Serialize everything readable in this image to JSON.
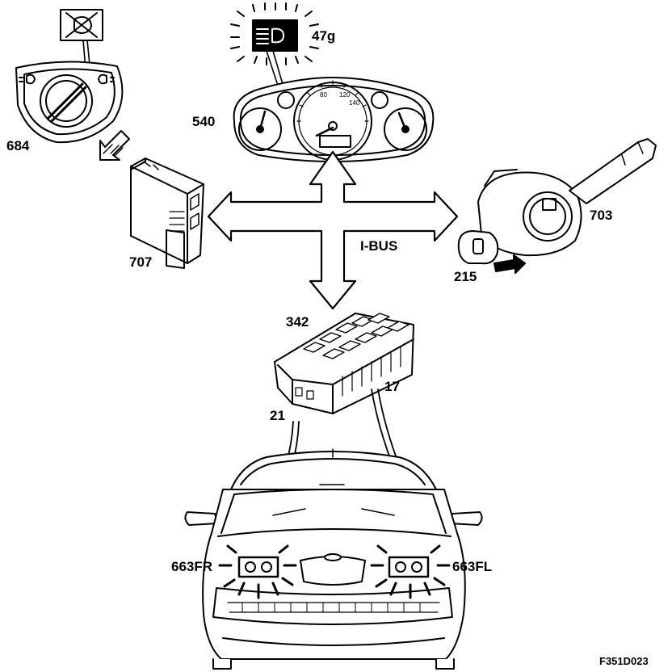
{
  "labels": {
    "light_switch": "684",
    "warning_lamp": "47g",
    "instrument_cluster": "540",
    "control_module": "707",
    "steering_column_switch": "703",
    "fog_light_button": "215",
    "fuse_box": "342",
    "bus": "I-BUS",
    "wire_left": "21",
    "wire_right": "17",
    "fog_light_right": "663FR",
    "fog_light_left": "663FL",
    "figure_id": "F351D023"
  },
  "cluster_text": {
    "gauge_max": "140",
    "gauge_mid": "120",
    "gauge_low": "80"
  }
}
